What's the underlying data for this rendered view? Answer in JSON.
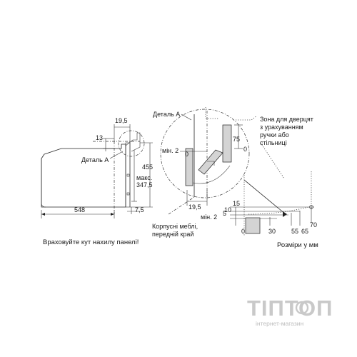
{
  "left_view": {
    "dim_19_5": "19,5",
    "dim_13": "13",
    "detail_label": "Деталь А",
    "dim_455": "455",
    "dim_max_line1": "макс.",
    "dim_max_line2": "347,5",
    "dim_7_5": "7,5",
    "dim_548": "548",
    "caption": "Враховуйте кут нахилу панелі!"
  },
  "detail_view": {
    "title": "Деталь А",
    "zone_line1": "Зона для дверцят",
    "zone_line2": "з урахуванням",
    "zone_line3": "ручки або",
    "zone_line4": "стільниці",
    "min2": "мін. 2",
    "dim_0a": "0",
    "dim_75": "75",
    "dim_0b": "0",
    "dim_19_5": "19,5",
    "furniture_line1": "Корпусні меблі,",
    "furniture_line2": "передній край"
  },
  "angle_view": {
    "min2": "мін. 2",
    "dim_5": "5",
    "dim_10": "10",
    "dim_15": "15",
    "x_0": "0",
    "x_30": "30",
    "x_55": "55",
    "x_65": "65",
    "x_70": "70",
    "units": "Розміри у мм"
  },
  "watermark": {
    "brand": "ТІПТОП",
    "sub": "інтернет-магазин"
  }
}
